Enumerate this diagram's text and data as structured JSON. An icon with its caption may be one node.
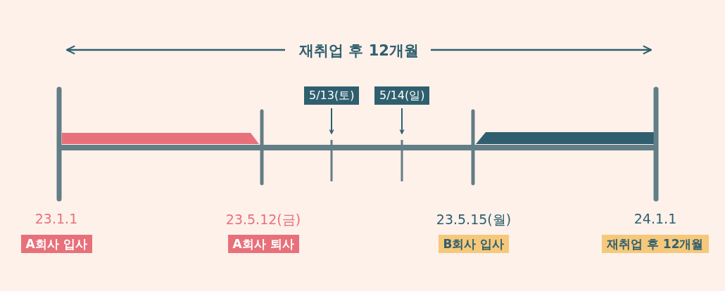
{
  "diagram": {
    "nodes": [
      {
        "text": [
          "5/13(토)"
        ]
      },
      {
        "text": [
          "5/14(일)"
        ]
      },
      {
        "text": [
          "A회사 입사"
        ],
        "beside": [
          "23.1.1"
        ]
      },
      {
        "text": [
          "A회사 퇴사"
        ],
        "beside": [
          "23.5.12(금)"
        ]
      },
      {
        "text": [
          "B회사 입사"
        ],
        "beside": [
          "23.5.15(월)"
        ]
      },
      {
        "text": [
          "재취업 후 12개월"
        ],
        "beside": [
          "24.1.1"
        ]
      }
    ],
    "edges": [
      {
        "from": 0,
        "to": null,
        "arrow": "to"
      },
      {
        "from": 1,
        "to": null,
        "arrow": "to"
      }
    ],
    "labels": [
      "재취업 후 12개월"
    ]
  }
}
